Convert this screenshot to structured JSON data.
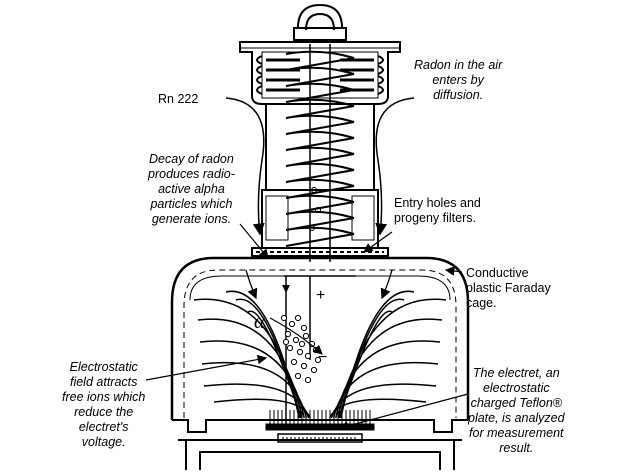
{
  "labels": {
    "rn222": "Rn 222",
    "radon_air": [
      "Radon in the air",
      "enters by",
      "diffusion."
    ],
    "decay": [
      "Decay of radon",
      "produces radio-",
      "active alpha",
      "particles which",
      "generate ions."
    ],
    "entry": [
      "Entry holes and",
      "progeny filters."
    ],
    "faraday": [
      "Conductive",
      "plastic Faraday",
      "cage."
    ],
    "field": [
      "Electrostatic",
      "field attracts",
      "free ions which",
      "reduce the",
      "electret's",
      "voltage."
    ],
    "electret": [
      "The electret, an",
      "electrostatic",
      "charged Teflon®",
      "plate, is analyzed",
      "for measurement",
      "result."
    ],
    "alpha": "α",
    "plus": "+",
    "minus": "−"
  }
}
